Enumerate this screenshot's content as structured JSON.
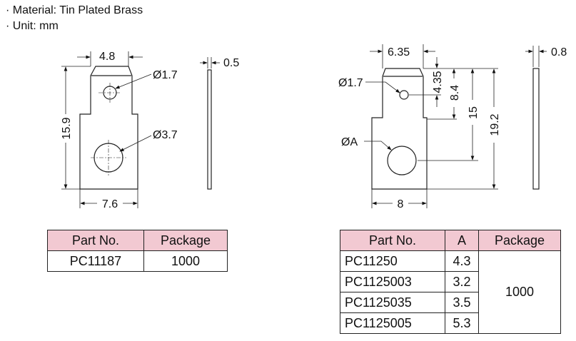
{
  "notes": [
    "· Material: Tin Plated Brass",
    "· Unit: mm"
  ],
  "drawing1": {
    "dim_top_width": "4.8",
    "dim_hole_small": "Ø1.7",
    "dim_hole_large": "Ø3.7",
    "dim_height": "15.9",
    "dim_bottom_width": "7.6",
    "dim_thickness": "0.5"
  },
  "drawing2": {
    "dim_top_width": "6.35",
    "dim_hole_small": "Ø1.7",
    "dim_hole_large": "ØA",
    "dim_hole_offset": "4.35",
    "dim_shoulder": "8.4",
    "dim_hole_center": "15",
    "dim_total": "19.2",
    "dim_bottom_width": "8",
    "dim_thickness": "0.8"
  },
  "table1": {
    "headers": [
      "Part No.",
      "Package"
    ],
    "rows": [
      [
        "PC11187",
        "1000"
      ]
    ]
  },
  "table2": {
    "headers": [
      "Part No.",
      "A",
      "Package"
    ],
    "rows": [
      [
        "PC11250",
        "4.3"
      ],
      [
        "PC1125003",
        "3.2"
      ],
      [
        "PC1125035",
        "3.5"
      ],
      [
        "PC1125005",
        "5.3"
      ]
    ],
    "package": "1000"
  }
}
